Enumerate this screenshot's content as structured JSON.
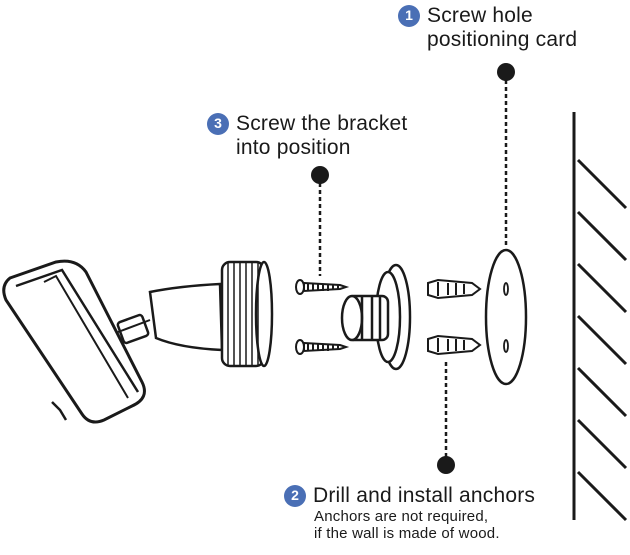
{
  "steps": [
    {
      "number": "1",
      "line1": "Screw hole",
      "line2": "positioning card"
    },
    {
      "number": "2",
      "line1": "Drill and install anchors",
      "note_line1": "Anchors are not required,",
      "note_line2": "if the wall is made of wood."
    },
    {
      "number": "3",
      "line1": "Screw the bracket",
      "line2": "into position"
    }
  ],
  "colors": {
    "badge": "#4a6fb5",
    "line": "#1a1a1a",
    "wall": "#1a1a1a"
  },
  "icons": [
    "camera-icon",
    "bracket-icon",
    "screw-icon",
    "wall-mount-icon",
    "anchor-icon",
    "positioning-card-icon",
    "wall-icon"
  ]
}
